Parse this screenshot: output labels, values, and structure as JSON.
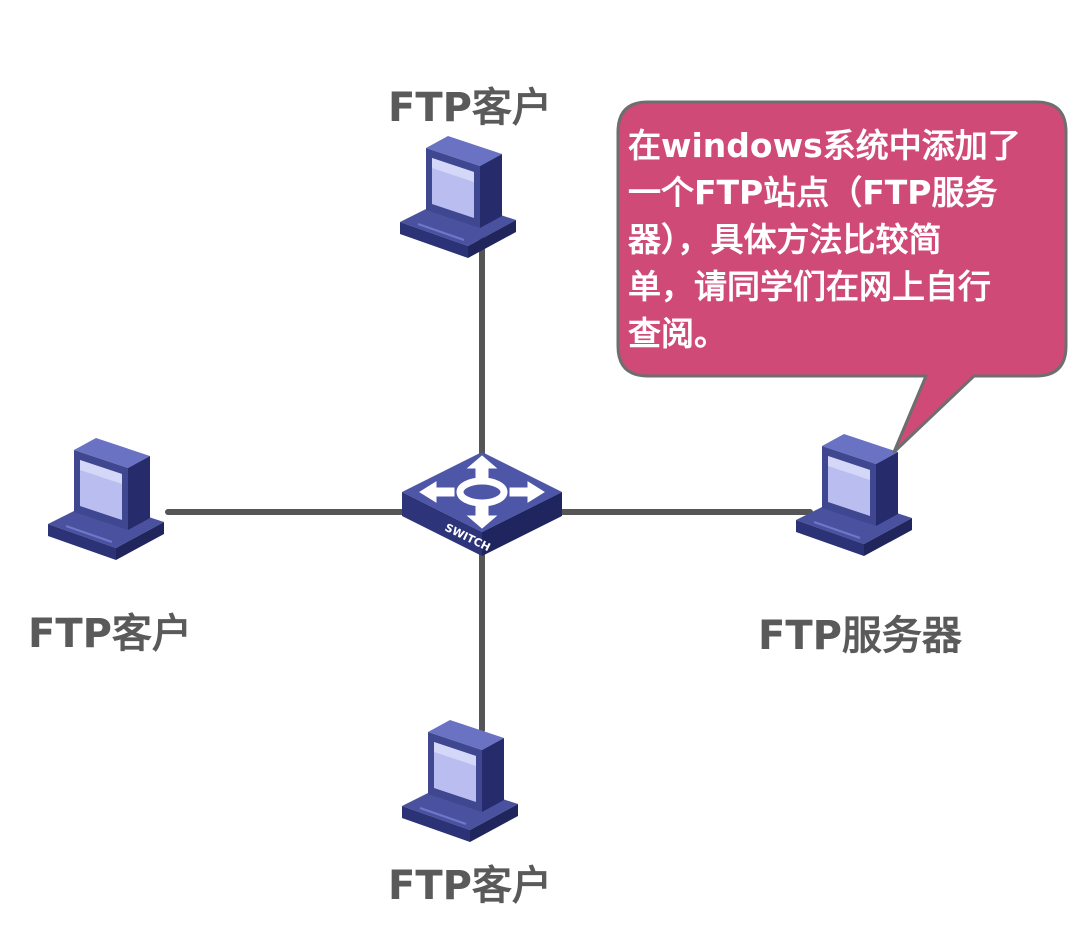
{
  "nodes": {
    "client_top": {
      "label": "FTP客户"
    },
    "client_left": {
      "label": "FTP客户"
    },
    "client_bottom": {
      "label": "FTP客户"
    },
    "server": {
      "label": "FTP服务器"
    },
    "switch": {
      "label": "SWITCH"
    }
  },
  "callout": {
    "lines": [
      "在windows系统中添加了",
      "一个FTP站点（FTP服务",
      "器），具体方法比较简",
      "单，请同学们在网上自行",
      "查阅。"
    ]
  },
  "colors": {
    "callout_fill": "#d04a78",
    "callout_border": "#6e6e6e",
    "link": "#555555",
    "device": "#3f4791",
    "screen": "#b9bdf0",
    "label": "#5a5a5a"
  }
}
